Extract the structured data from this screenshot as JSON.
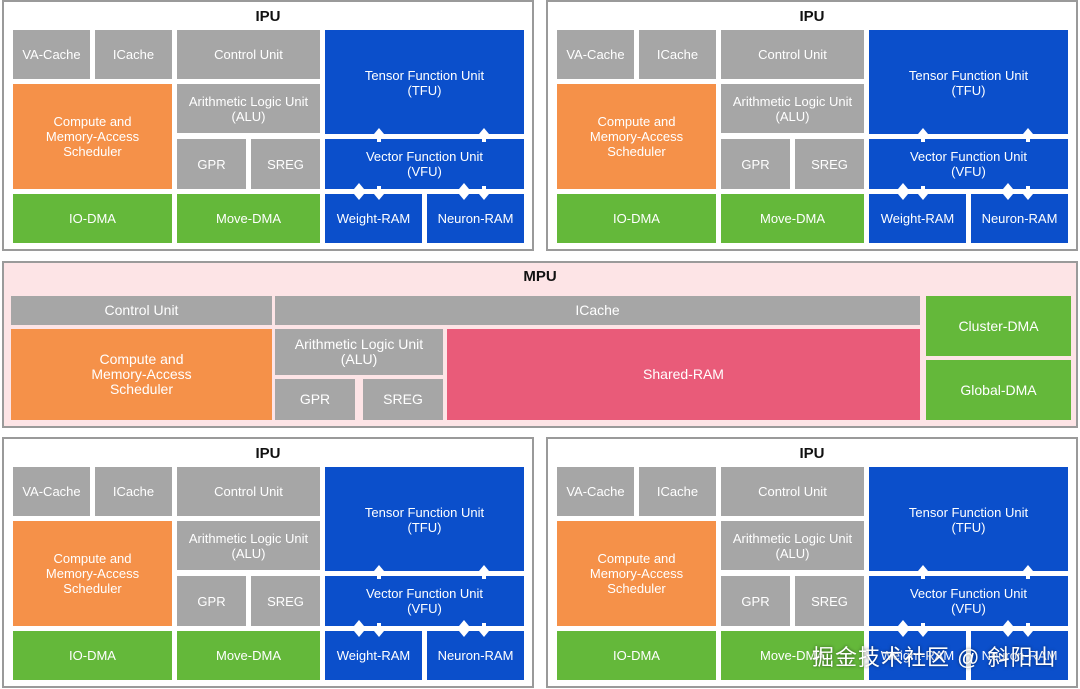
{
  "ipu": {
    "title": "IPU",
    "va_cache": "VA-Cache",
    "icache": "ICache",
    "control_unit": "Control Unit",
    "tfu": "Tensor Function Unit\n(TFU)",
    "scheduler": "Compute and\nMemory-Access\nScheduler",
    "alu": "Arithmetic Logic Unit\n(ALU)",
    "gpr": "GPR",
    "sreg": "SREG",
    "vfu": "Vector Function Unit\n(VFU)",
    "io_dma": "IO-DMA",
    "move_dma": "Move-DMA",
    "weight_ram": "Weight-RAM",
    "neuron_ram": "Neuron-RAM"
  },
  "mpu": {
    "title": "MPU",
    "control_unit": "Control Unit",
    "icache": "ICache",
    "cluster_dma": "Cluster-DMA",
    "scheduler": "Compute and\nMemory-Access\nScheduler",
    "alu": "Arithmetic Logic Unit\n(ALU)",
    "shared_ram": "Shared-RAM",
    "global_dma": "Global-DMA",
    "gpr": "GPR",
    "sreg": "SREG"
  },
  "watermark": "掘金技术社区 @ 斜阳山",
  "colors": {
    "gray": "#a6a6a6",
    "orange": "#f59149",
    "green": "#64b83a",
    "blue": "#0b4fcb",
    "pink": "#e95b79",
    "mpu_background": "#fde4e6"
  }
}
